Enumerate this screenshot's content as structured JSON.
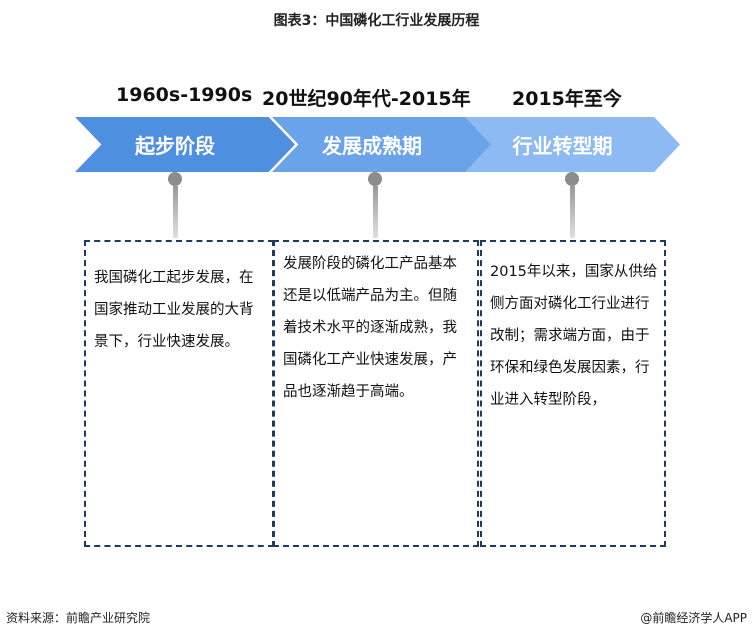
{
  "title": "图表3：中国磷化工行业发展历程",
  "stages": [
    {
      "period": "1960s-1990s",
      "name": "起步阶段",
      "color": "#4f8fe0",
      "text": "我国磷化工起步发展，在国家推动工业发展的大背景下，行业快速发展。"
    },
    {
      "period": "20世纪90年代-2015年",
      "name": "发展成熟期",
      "color": "#6aa3ea",
      "text": "发展阶段的磷化工产品基本还是以低端产品为主。但随着技术水平的逐渐成熟，我国磷化工产业快速发展，产品也逐渐趋于高端。"
    },
    {
      "period": "2015年至今",
      "name": "行业转型期",
      "color": "#8dbaf2",
      "text": "2015年以来，国家从供给侧方面对磷化工行业进行改制；需求端方面，由于环保和绿色发展因素，行业进入转型阶段，"
    }
  ],
  "source": "资料来源：前瞻产业研究院",
  "credit": "@前瞻经济学人APP"
}
